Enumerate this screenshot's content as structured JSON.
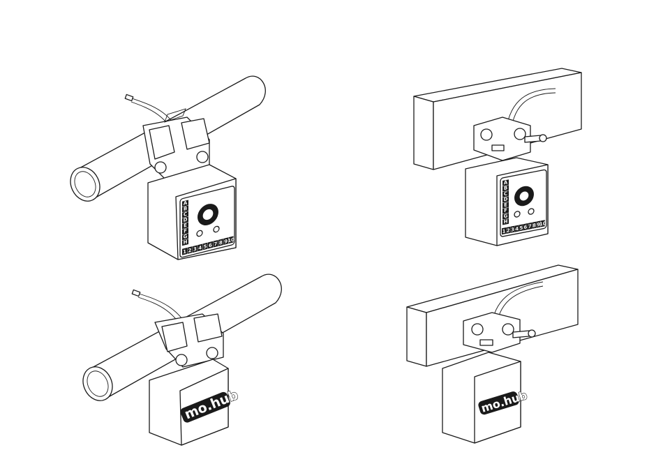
{
  "panels": {
    "pipe_keypad": {
      "letters": [
        "A",
        "B",
        "C",
        "D",
        "E",
        "F",
        "G",
        "H"
      ],
      "numbers": [
        "1",
        "2",
        "3",
        "4",
        "5",
        "6",
        "7",
        "8",
        "9",
        "10"
      ]
    },
    "beam_keypad": {
      "letters": [
        "A",
        "B",
        "C",
        "D",
        "E",
        "F",
        "G",
        "H"
      ],
      "numbers": [
        "1",
        "2",
        "3",
        "4",
        "5",
        "6",
        "7",
        "8",
        "9",
        "10"
      ]
    },
    "pipe_logo": {
      "brand": "mo.hub"
    },
    "beam_logo": {
      "brand": "mo.hub"
    }
  },
  "colors": {
    "line": "#1a1a1a",
    "fill": "#ffffff"
  }
}
